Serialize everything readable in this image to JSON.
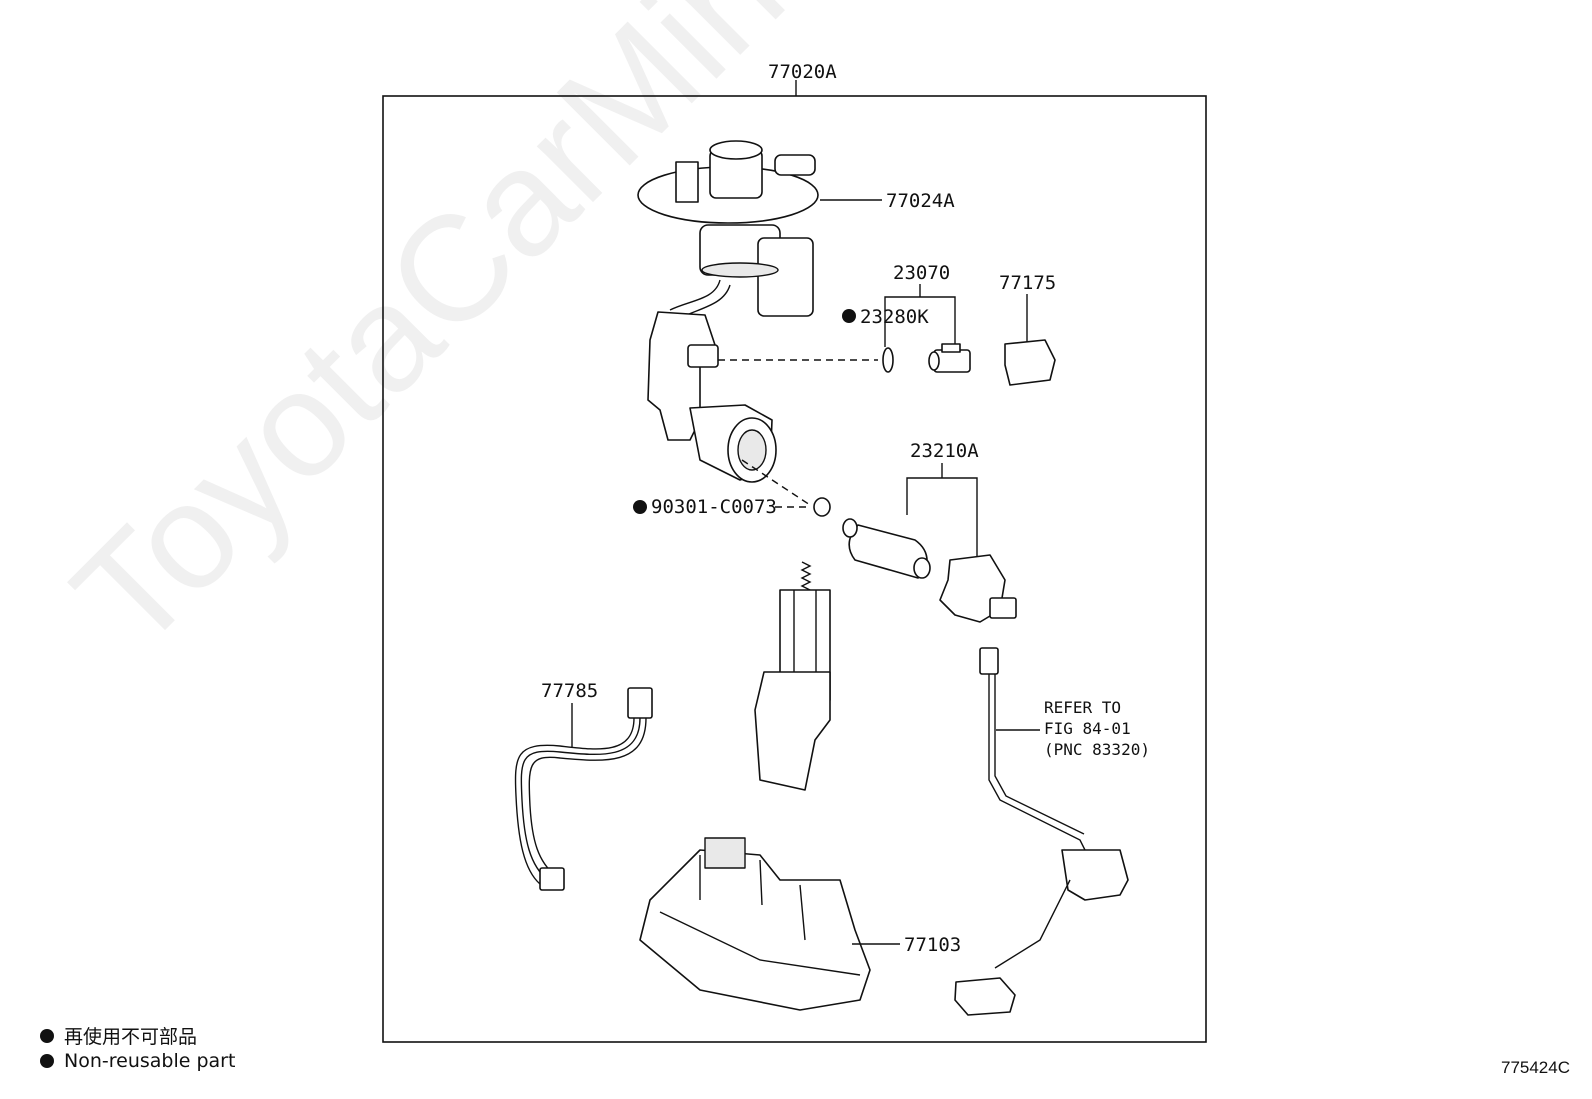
{
  "labels": {
    "assembly": "77020A",
    "flange": "77024A",
    "regulator_group": "23070",
    "oring_small": "23280K",
    "clip": "77175",
    "pump_group": "23210A",
    "oring_pump": "90301-C0073",
    "wire_harness": "77785",
    "bracket": "77103"
  },
  "refer": {
    "line1": "REFER TO",
    "line2": "FIG 84-01",
    "line3": "(PNC 83320)"
  },
  "legend": {
    "japanese": "再使用不可部品",
    "english": "Non-reusable part"
  },
  "figure_code": "775424C",
  "watermark": "ToyotaCarMine.ru"
}
